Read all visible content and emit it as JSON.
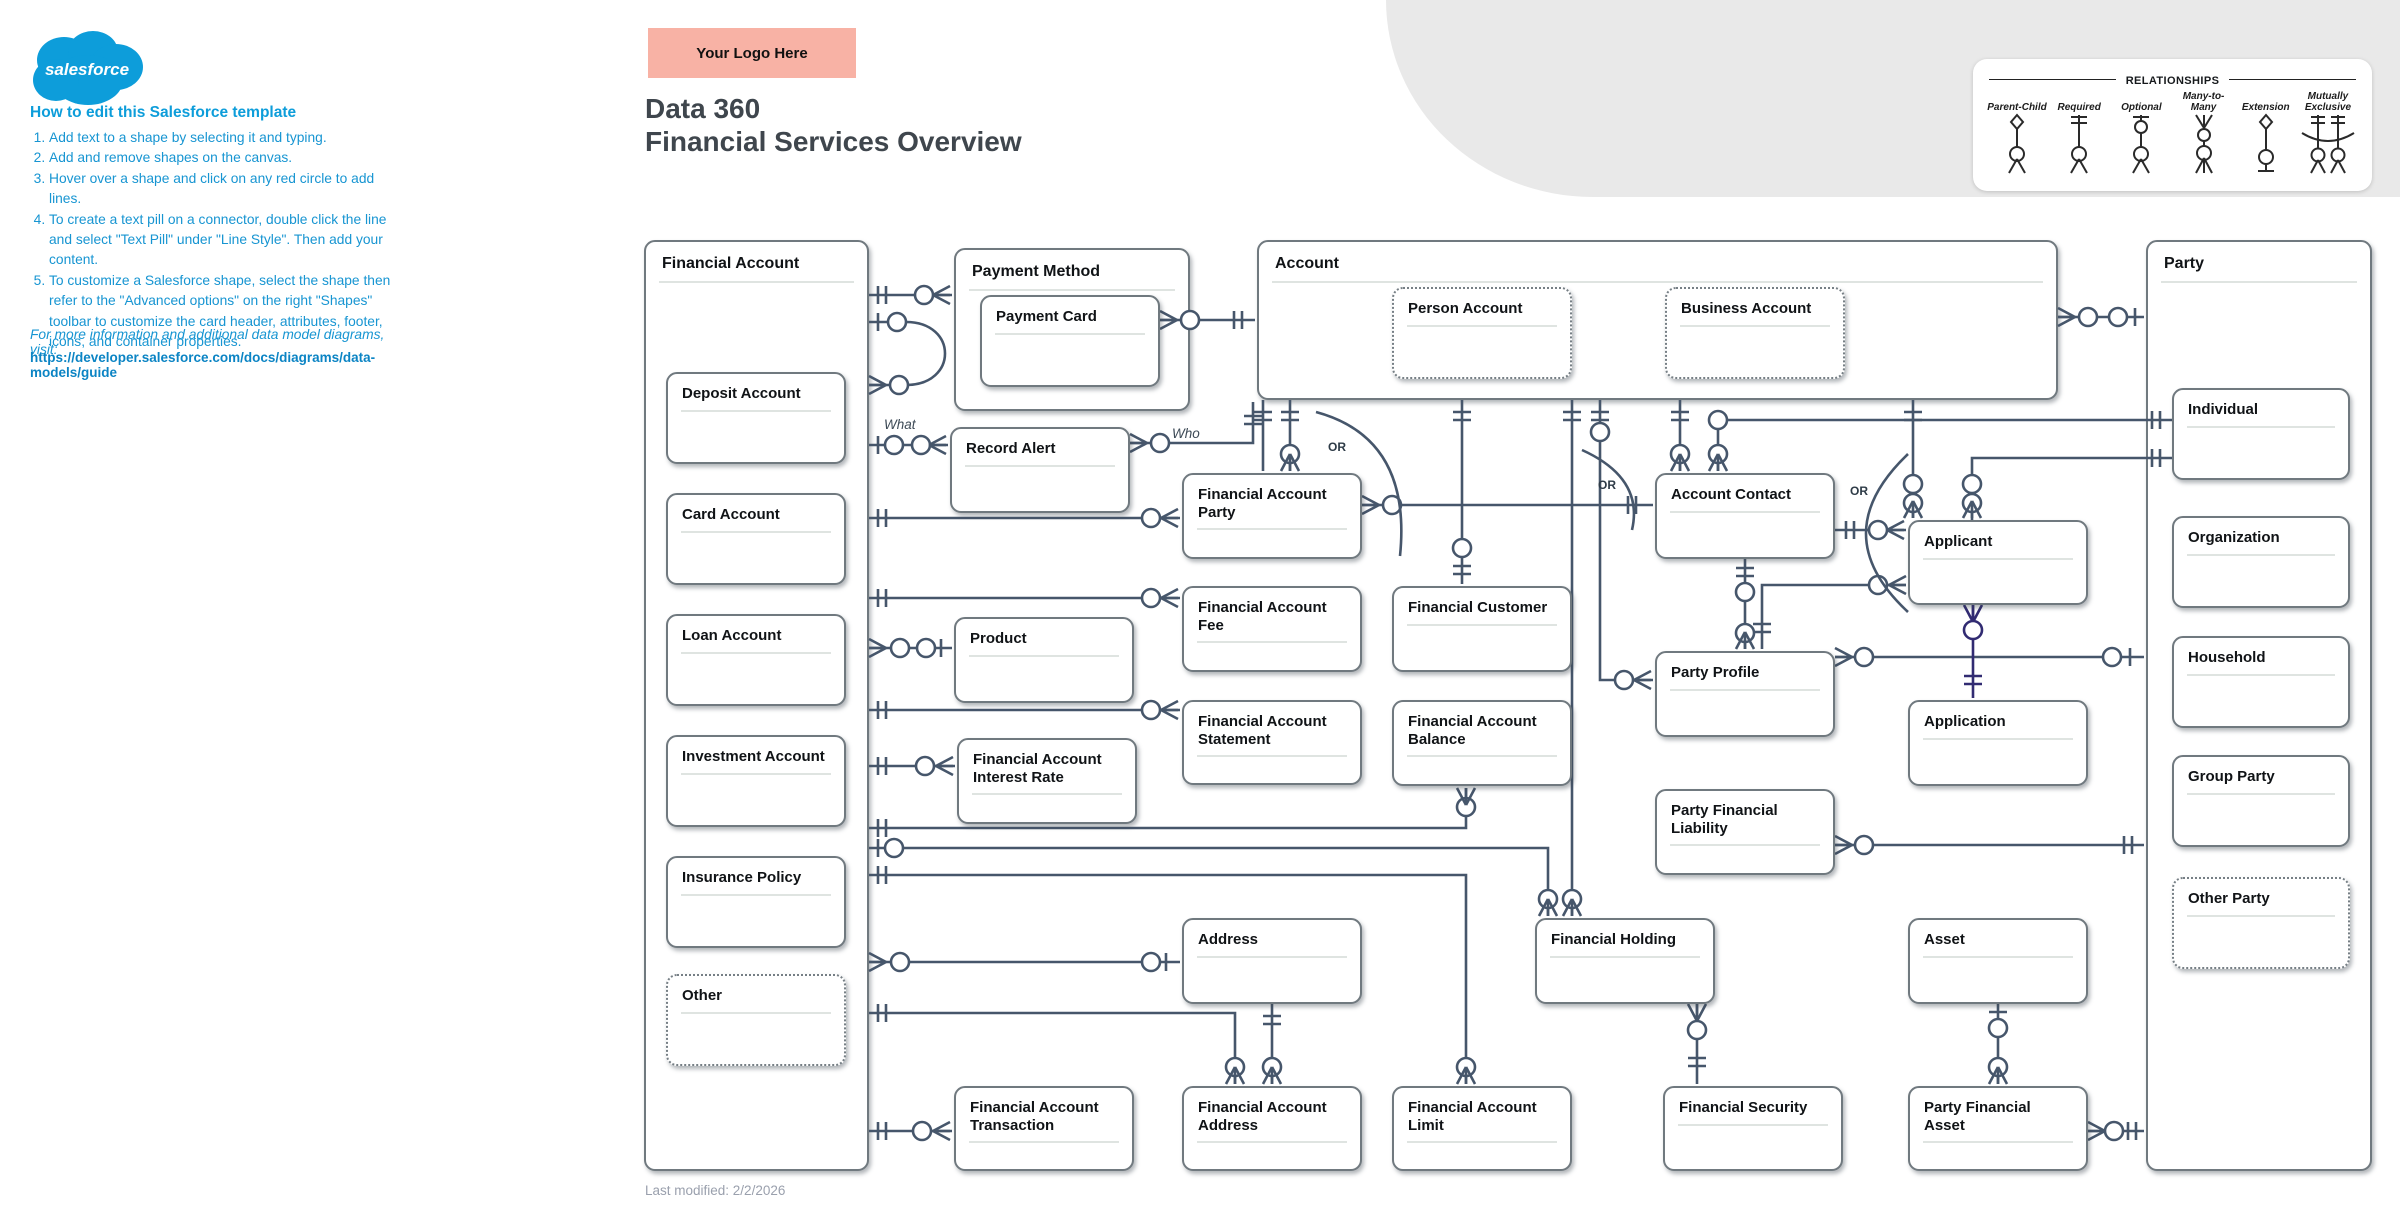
{
  "sidebar": {
    "heading": "How to edit this Salesforce template",
    "steps": [
      "Add text to a shape by selecting it and typing.",
      "Add and remove shapes on the canvas.",
      "Hover over a shape and click on any red circle to add lines.",
      "To create a text pill on a connector, double click the line and select \"Text Pill\" under \"Line Style\". Then add your content.",
      "To customize a Salesforce shape, select the shape then refer to the \"Advanced options\" on the right \"Shapes\" toolbar to customize the card header, attributes, footer, icons, and container properties."
    ],
    "note": "For more information and additional data model diagrams, visit:",
    "link": "https://developer.salesforce.com/docs/diagrams/data-models/guide"
  },
  "logo": {
    "salesforce_label": "salesforce"
  },
  "header": {
    "logo_placeholder": "Your Logo Here",
    "title_line1": "Data 360",
    "title_line2": "Financial Services Overview"
  },
  "legend": {
    "title": "RELATIONSHIPS",
    "items": [
      {
        "label": "Parent-Child"
      },
      {
        "label": "Required"
      },
      {
        "label": "Optional"
      },
      {
        "label": "Many-to-Many"
      },
      {
        "label": "Extension"
      },
      {
        "label": "Mutually Exclusive"
      }
    ]
  },
  "diagram": {
    "containers": {
      "financial_account": "Financial Account",
      "payment_method": "Payment Method",
      "account": "Account",
      "party": "Party"
    },
    "entities": {
      "deposit_account": "Deposit Account",
      "card_account": "Card Account",
      "loan_account": "Loan Account",
      "investment_account": "Investment Account",
      "insurance_policy": "Insurance Policy",
      "other": "Other",
      "payment_card": "Payment Card",
      "person_account": "Person Account",
      "business_account": "Business Account",
      "individual": "Individual",
      "organization": "Organization",
      "household": "Household",
      "group_party": "Group Party",
      "other_party": "Other Party",
      "record_alert": "Record Alert",
      "financial_account_party": "Financial Account Party",
      "account_contact": "Account Contact",
      "applicant": "Applicant",
      "financial_account_fee": "Financial Account Fee",
      "financial_customer": "Financial Customer",
      "product": "Product",
      "party_profile": "Party Profile",
      "financial_account_statement": "Financial Account Statement",
      "financial_account_balance": "Financial Account Balance",
      "application": "Application",
      "financial_account_interest_rate": "Financial Account Interest Rate",
      "party_financial_liability": "Party Financial Liability",
      "address": "Address",
      "financial_holding": "Financial Holding",
      "asset": "Asset",
      "financial_account_transaction": "Financial Account Transaction",
      "financial_account_address": "Financial Account Address",
      "financial_account_limit": "Financial Account Limit",
      "financial_security": "Financial Security",
      "party_financial_asset": "Party Financial Asset"
    },
    "labels": {
      "what": "What",
      "who": "Who",
      "or": "OR"
    },
    "colors": {
      "accent": "#0d9dda",
      "connector": "#46566b",
      "connector_alt": "#312b72",
      "logo_box": "#f8b2a5",
      "band": "#e9e9e9"
    }
  },
  "footer": {
    "last_modified": "Last modified: 2/2/2026"
  }
}
